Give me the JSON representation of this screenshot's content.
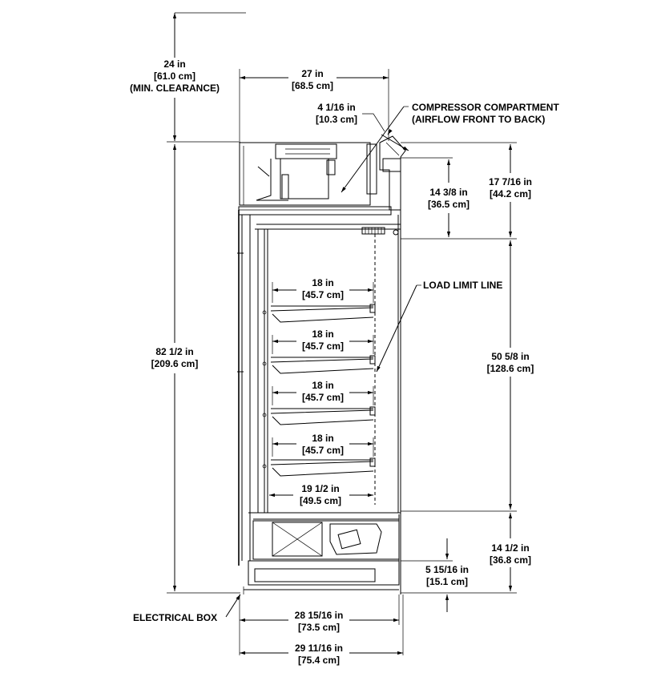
{
  "dimensions": {
    "clearance": {
      "imperial": "24 in",
      "metric": "[61.0 cm]",
      "note": "(MIN. CLEARANCE)"
    },
    "top_width": {
      "imperial": "27 in",
      "metric": "[68.5 cm]"
    },
    "compressor_depth": {
      "imperial": "4 1/16 in",
      "metric": "[10.3 cm]"
    },
    "compressor_height": {
      "imperial": "14 3/8 in",
      "metric": "[36.5 cm]"
    },
    "upper_section": {
      "imperial": "17 7/16 in",
      "metric": "[44.2 cm]"
    },
    "overall_height": {
      "imperial": "82 1/2 in",
      "metric": "[209.6 cm]"
    },
    "interior_height": {
      "imperial": "50 5/8 in",
      "metric": "[128.6 cm]"
    },
    "base_section": {
      "imperial": "14 1/2 in",
      "metric": "[36.8 cm]"
    },
    "base_height": {
      "imperial": "5 15/16 in",
      "metric": "[15.1 cm]"
    },
    "depth_body": {
      "imperial": "28 15/16 in",
      "metric": "[73.5 cm]"
    },
    "depth_overall": {
      "imperial": "29 11/16 in",
      "metric": "[75.4 cm]"
    },
    "shelves": [
      {
        "imperial": "18 in",
        "metric": "[45.7 cm]"
      },
      {
        "imperial": "18 in",
        "metric": "[45.7 cm]"
      },
      {
        "imperial": "18 in",
        "metric": "[45.7 cm]"
      },
      {
        "imperial": "18 in",
        "metric": "[45.7 cm]"
      }
    ],
    "floor_depth": {
      "imperial": "19 1/2 in",
      "metric": "[49.5 cm]"
    }
  },
  "callouts": {
    "compressor_line1": "COMPRESSOR COMPARTMENT",
    "compressor_line2": "(AIRFLOW FRONT TO BACK)",
    "load_limit": "LOAD LIMIT LINE",
    "electrical_box": "ELECTRICAL BOX"
  }
}
